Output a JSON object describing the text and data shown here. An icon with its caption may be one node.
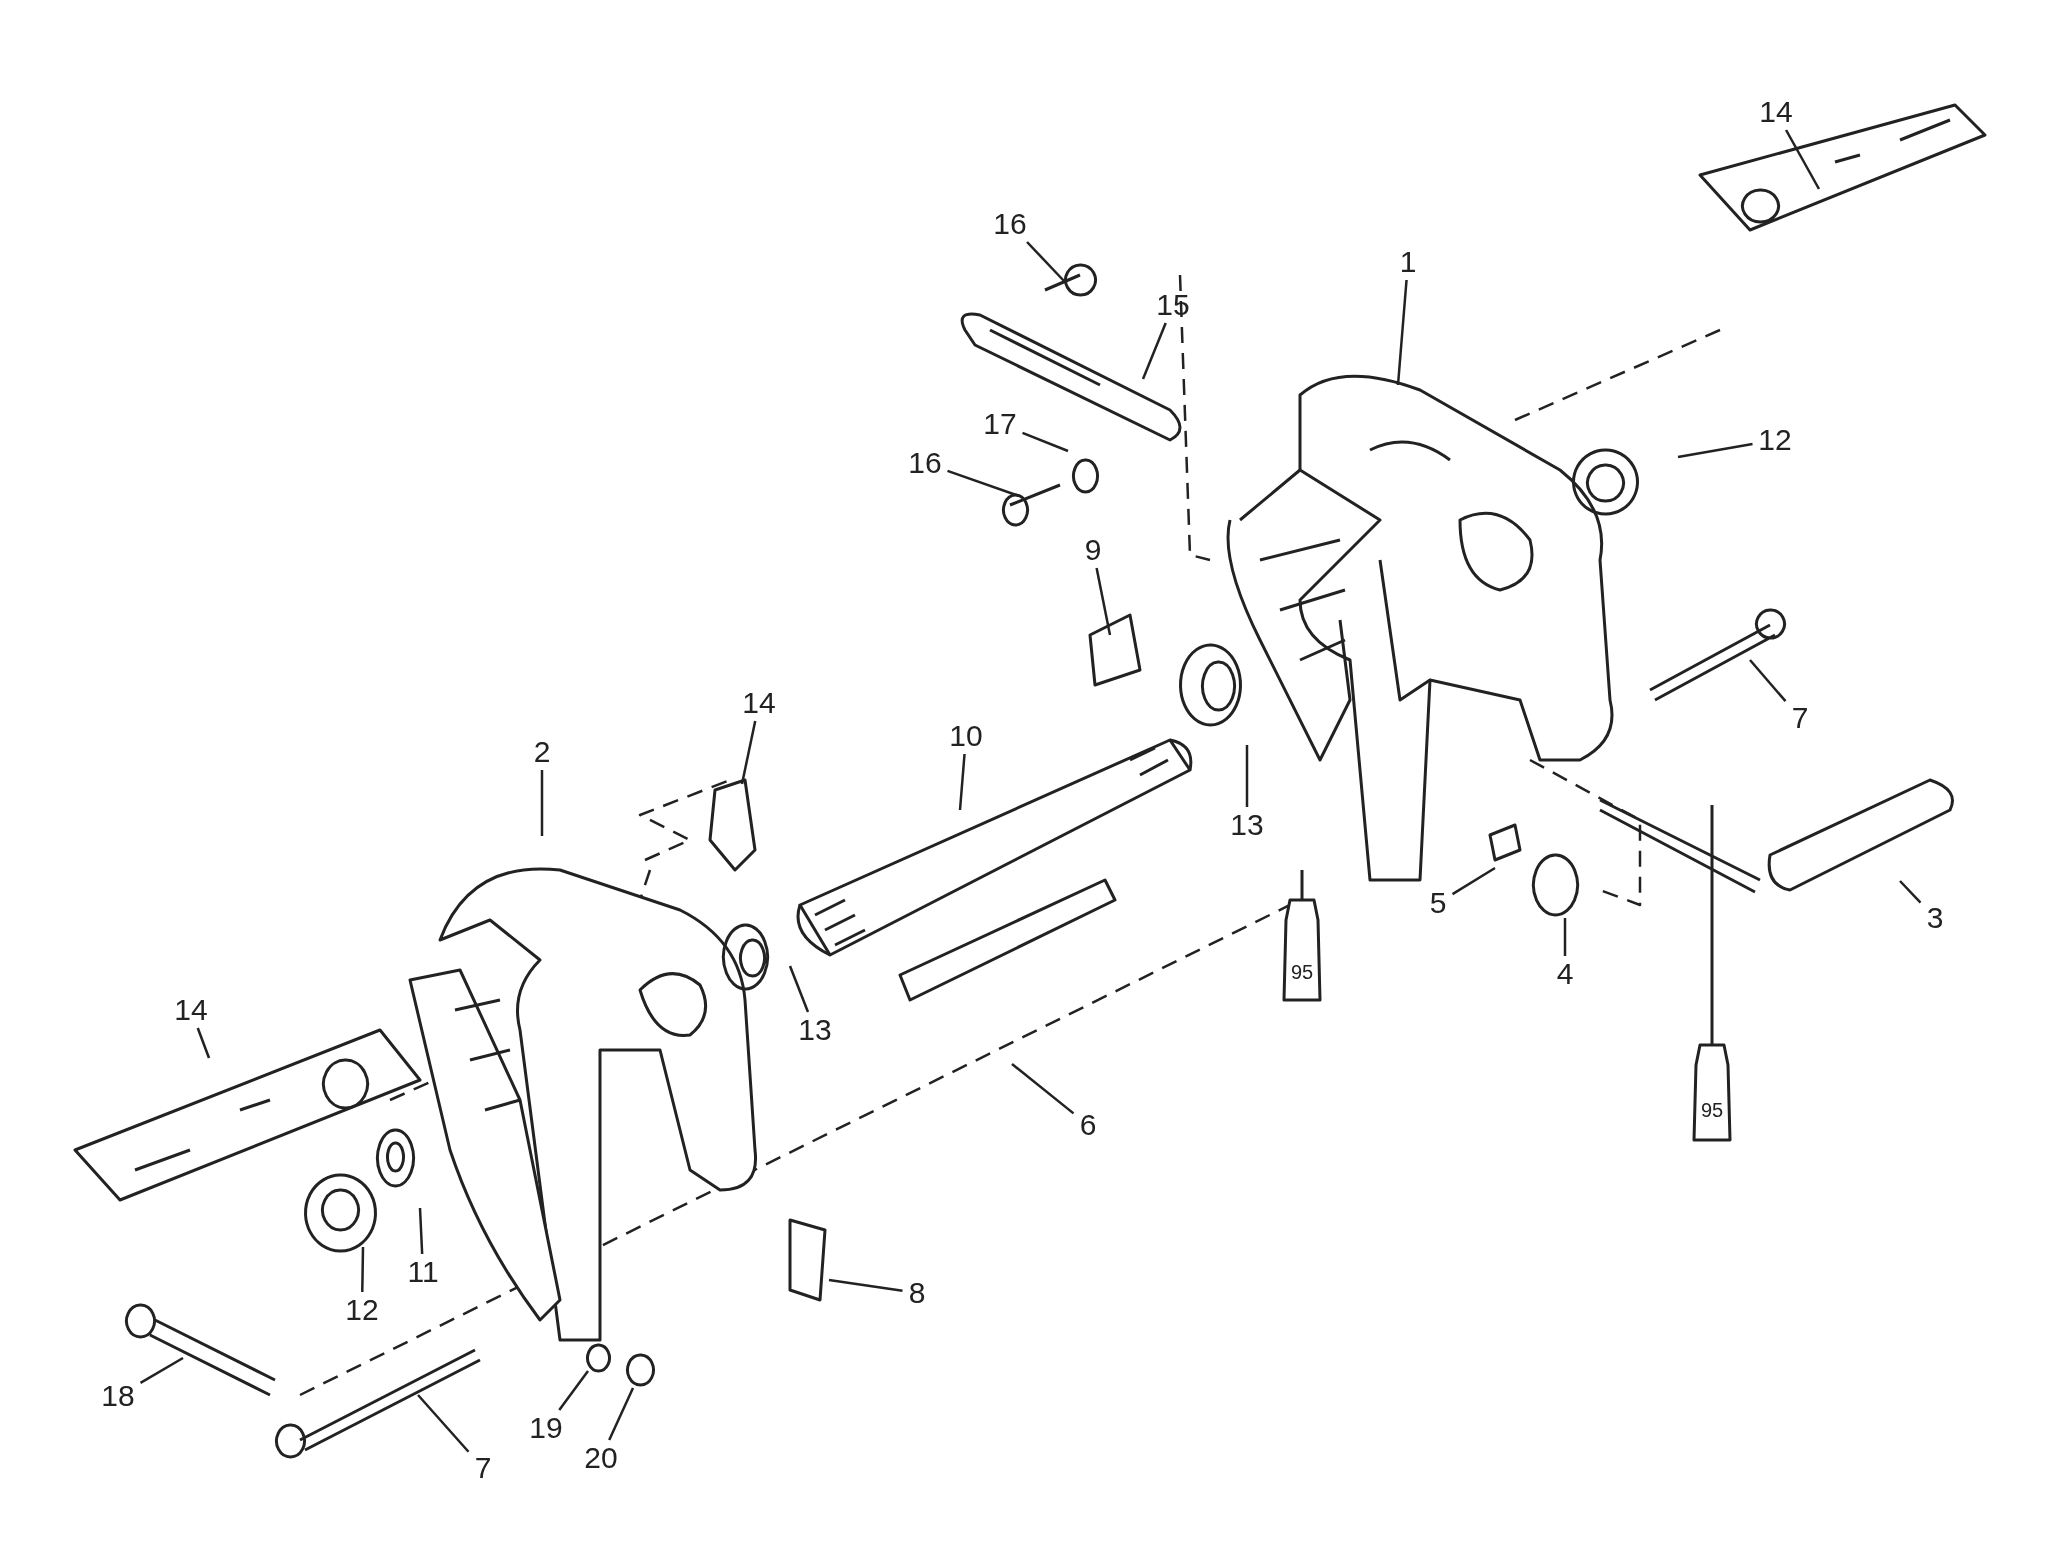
{
  "diagram": {
    "nodes": [
      {
        "text": [
          "1"
        ]
      },
      {
        "text": [
          "14"
        ]
      },
      {
        "text": [
          "16"
        ]
      },
      {
        "text": [
          "15"
        ]
      },
      {
        "text": [
          "17"
        ]
      },
      {
        "text": [
          "16"
        ]
      },
      {
        "text": [
          "12"
        ]
      },
      {
        "text": [
          "9"
        ]
      },
      {
        "text": [
          "7"
        ]
      },
      {
        "text": [
          "3"
        ]
      },
      {
        "text": [
          "14"
        ]
      },
      {
        "text": [
          "10"
        ]
      },
      {
        "text": [
          "13"
        ]
      },
      {
        "text": [
          "2"
        ]
      },
      {
        "text": [
          "5"
        ]
      },
      {
        "text": [
          "4"
        ]
      },
      {
        "text": [
          "13"
        ]
      },
      {
        "text": [
          "14"
        ]
      },
      {
        "text": [
          "6"
        ]
      },
      {
        "text": [
          "12"
        ]
      },
      {
        "text": [
          "11"
        ]
      },
      {
        "text": [
          "8"
        ]
      },
      {
        "text": [
          "18"
        ]
      },
      {
        "text": [
          "7"
        ]
      },
      {
        "text": [
          "19"
        ]
      },
      {
        "text": [
          "20"
        ]
      }
    ],
    "edges": [
      {
        "from": 0,
        "to": null,
        "arrow": "none"
      },
      {
        "from": 1,
        "to": null,
        "arrow": "none"
      },
      {
        "from": 2,
        "to": null,
        "arrow": "none"
      },
      {
        "from": 3,
        "to": null,
        "arrow": "none"
      },
      {
        "from": 4,
        "to": null,
        "arrow": "none"
      },
      {
        "from": 5,
        "to": null,
        "arrow": "none"
      },
      {
        "from": 6,
        "to": null,
        "arrow": "none"
      },
      {
        "from": 7,
        "to": null,
        "arrow": "none"
      },
      {
        "from": 8,
        "to": null,
        "arrow": "none"
      },
      {
        "from": 9,
        "to": null,
        "arrow": "none"
      },
      {
        "from": 10,
        "to": null,
        "arrow": "none"
      },
      {
        "from": 11,
        "to": null,
        "arrow": "none"
      },
      {
        "from": 12,
        "to": null,
        "arrow": "none"
      },
      {
        "from": 13,
        "to": null,
        "arrow": "none"
      },
      {
        "from": 14,
        "to": null,
        "arrow": "none"
      },
      {
        "from": 15,
        "to": null,
        "arrow": "none"
      },
      {
        "from": 16,
        "to": null,
        "arrow": "none"
      },
      {
        "from": 17,
        "to": null,
        "arrow": "none"
      },
      {
        "from": 18,
        "to": null,
        "arrow": "none"
      },
      {
        "from": 19,
        "to": null,
        "arrow": "none"
      },
      {
        "from": 20,
        "to": null,
        "arrow": "none"
      },
      {
        "from": 21,
        "to": null,
        "arrow": "none"
      },
      {
        "from": 22,
        "to": null,
        "arrow": "none"
      },
      {
        "from": 23,
        "to": null,
        "arrow": "none"
      },
      {
        "from": 24,
        "to": null,
        "arrow": "none"
      },
      {
        "from": 25,
        "to": null,
        "arrow": "none"
      }
    ],
    "labels": [
      "95",
      "95"
    ]
  }
}
